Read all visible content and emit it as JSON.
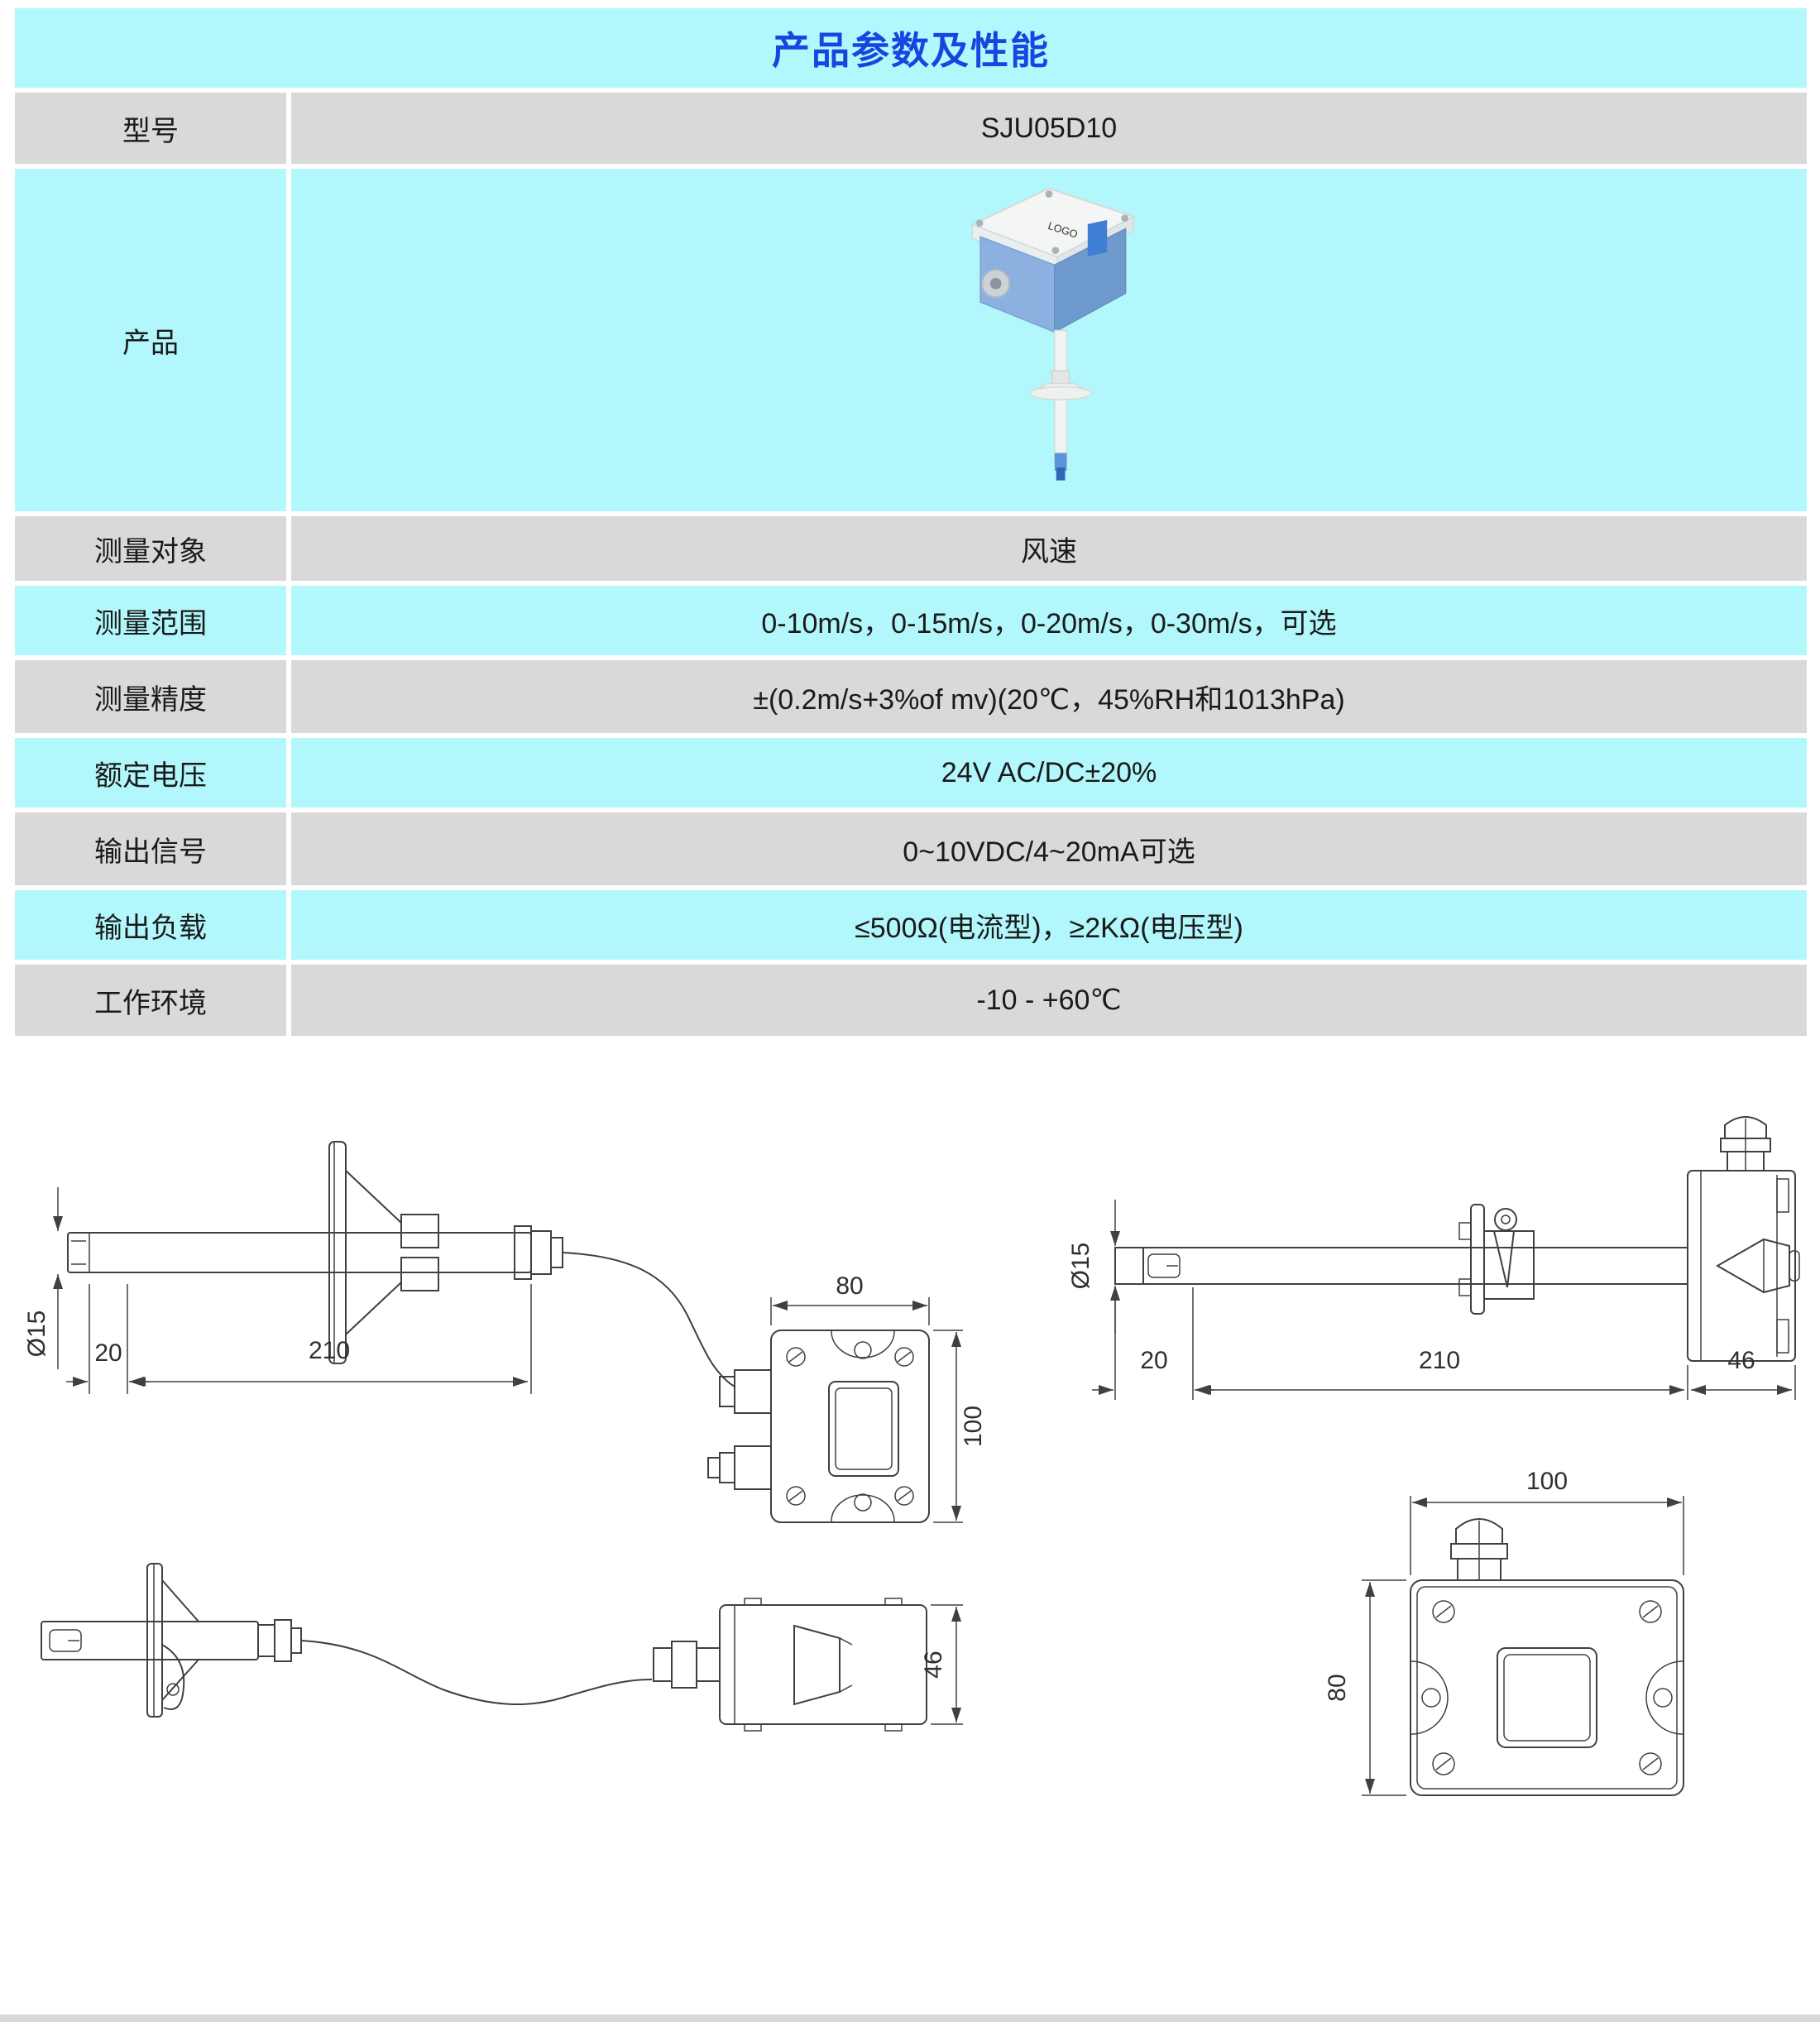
{
  "title": "产品参数及性能",
  "colors": {
    "row_cyan": "#b2f7fb",
    "row_gray": "#d9d9d9",
    "title_blue": "#1745e0"
  },
  "table": {
    "rows": [
      {
        "label": "型号",
        "value": "SJU05D10"
      },
      {
        "label": "产品",
        "value": ""
      },
      {
        "label": "测量对象",
        "value": "风速"
      },
      {
        "label": "测量范围",
        "value": "0-10m/s，0-15m/s，0-20m/s，0-30m/s，可选"
      },
      {
        "label": "测量精度",
        "value": "±(0.2m/s+3%of mv)(20℃，45%RH和1013hPa)"
      },
      {
        "label": "额定电压",
        "value": "24V AC/DC±20%"
      },
      {
        "label": "输出信号",
        "value": "0~10VDC/4~20mA可选"
      },
      {
        "label": "输出负载",
        "value": "≤500Ω(电流型)，≥2KΩ(电压型)"
      },
      {
        "label": "工作环境",
        "value": "-10 - +60℃"
      }
    ]
  },
  "product_image": {
    "name": "duct-air-velocity-sensor-photo"
  },
  "drawings": {
    "dia_label": "Ø15",
    "tip_len": "20",
    "probe_len": "210",
    "box_w": "80",
    "box_h": "100",
    "box_d": "46",
    "front_w": "100",
    "front_h": "80"
  }
}
